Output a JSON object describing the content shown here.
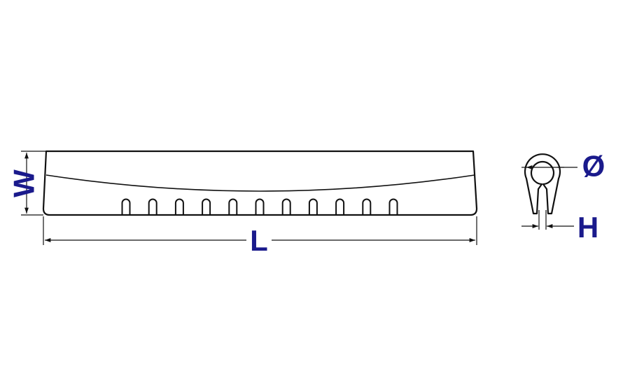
{
  "diagram": {
    "labels": {
      "length": "L",
      "width": "W",
      "diameter": "Ø",
      "height": "H"
    },
    "slot_count": 11,
    "colors": {
      "outline": "#111111",
      "dimension_text": "#1a1a8c",
      "background": "#ffffff"
    }
  }
}
